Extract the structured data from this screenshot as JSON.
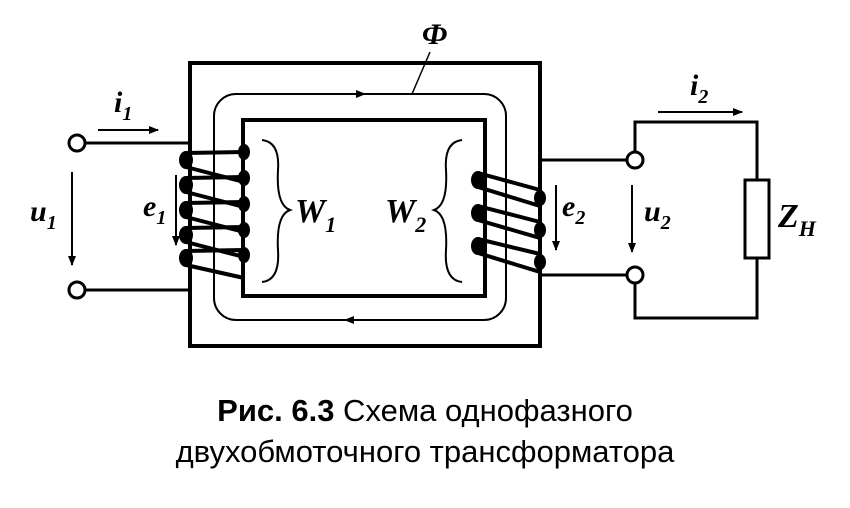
{
  "labels": {
    "flux": "Ф",
    "i1": {
      "main": "i",
      "sub": "1"
    },
    "i2": {
      "main": "i",
      "sub": "2"
    },
    "u1": {
      "main": "u",
      "sub": "1"
    },
    "u2": {
      "main": "u",
      "sub": "2"
    },
    "e1": {
      "main": "e",
      "sub": "1"
    },
    "e2": {
      "main": "e",
      "sub": "2"
    },
    "w1": {
      "main": "W",
      "sub": "1"
    },
    "w2": {
      "main": "W",
      "sub": "2"
    },
    "zh": {
      "main": "Z",
      "sub": "Н"
    }
  },
  "caption": {
    "figure_number": "Рис. 6.3",
    "line1_rest": " Схема однофазного",
    "line2": "двухобмоточного трансформатора"
  }
}
